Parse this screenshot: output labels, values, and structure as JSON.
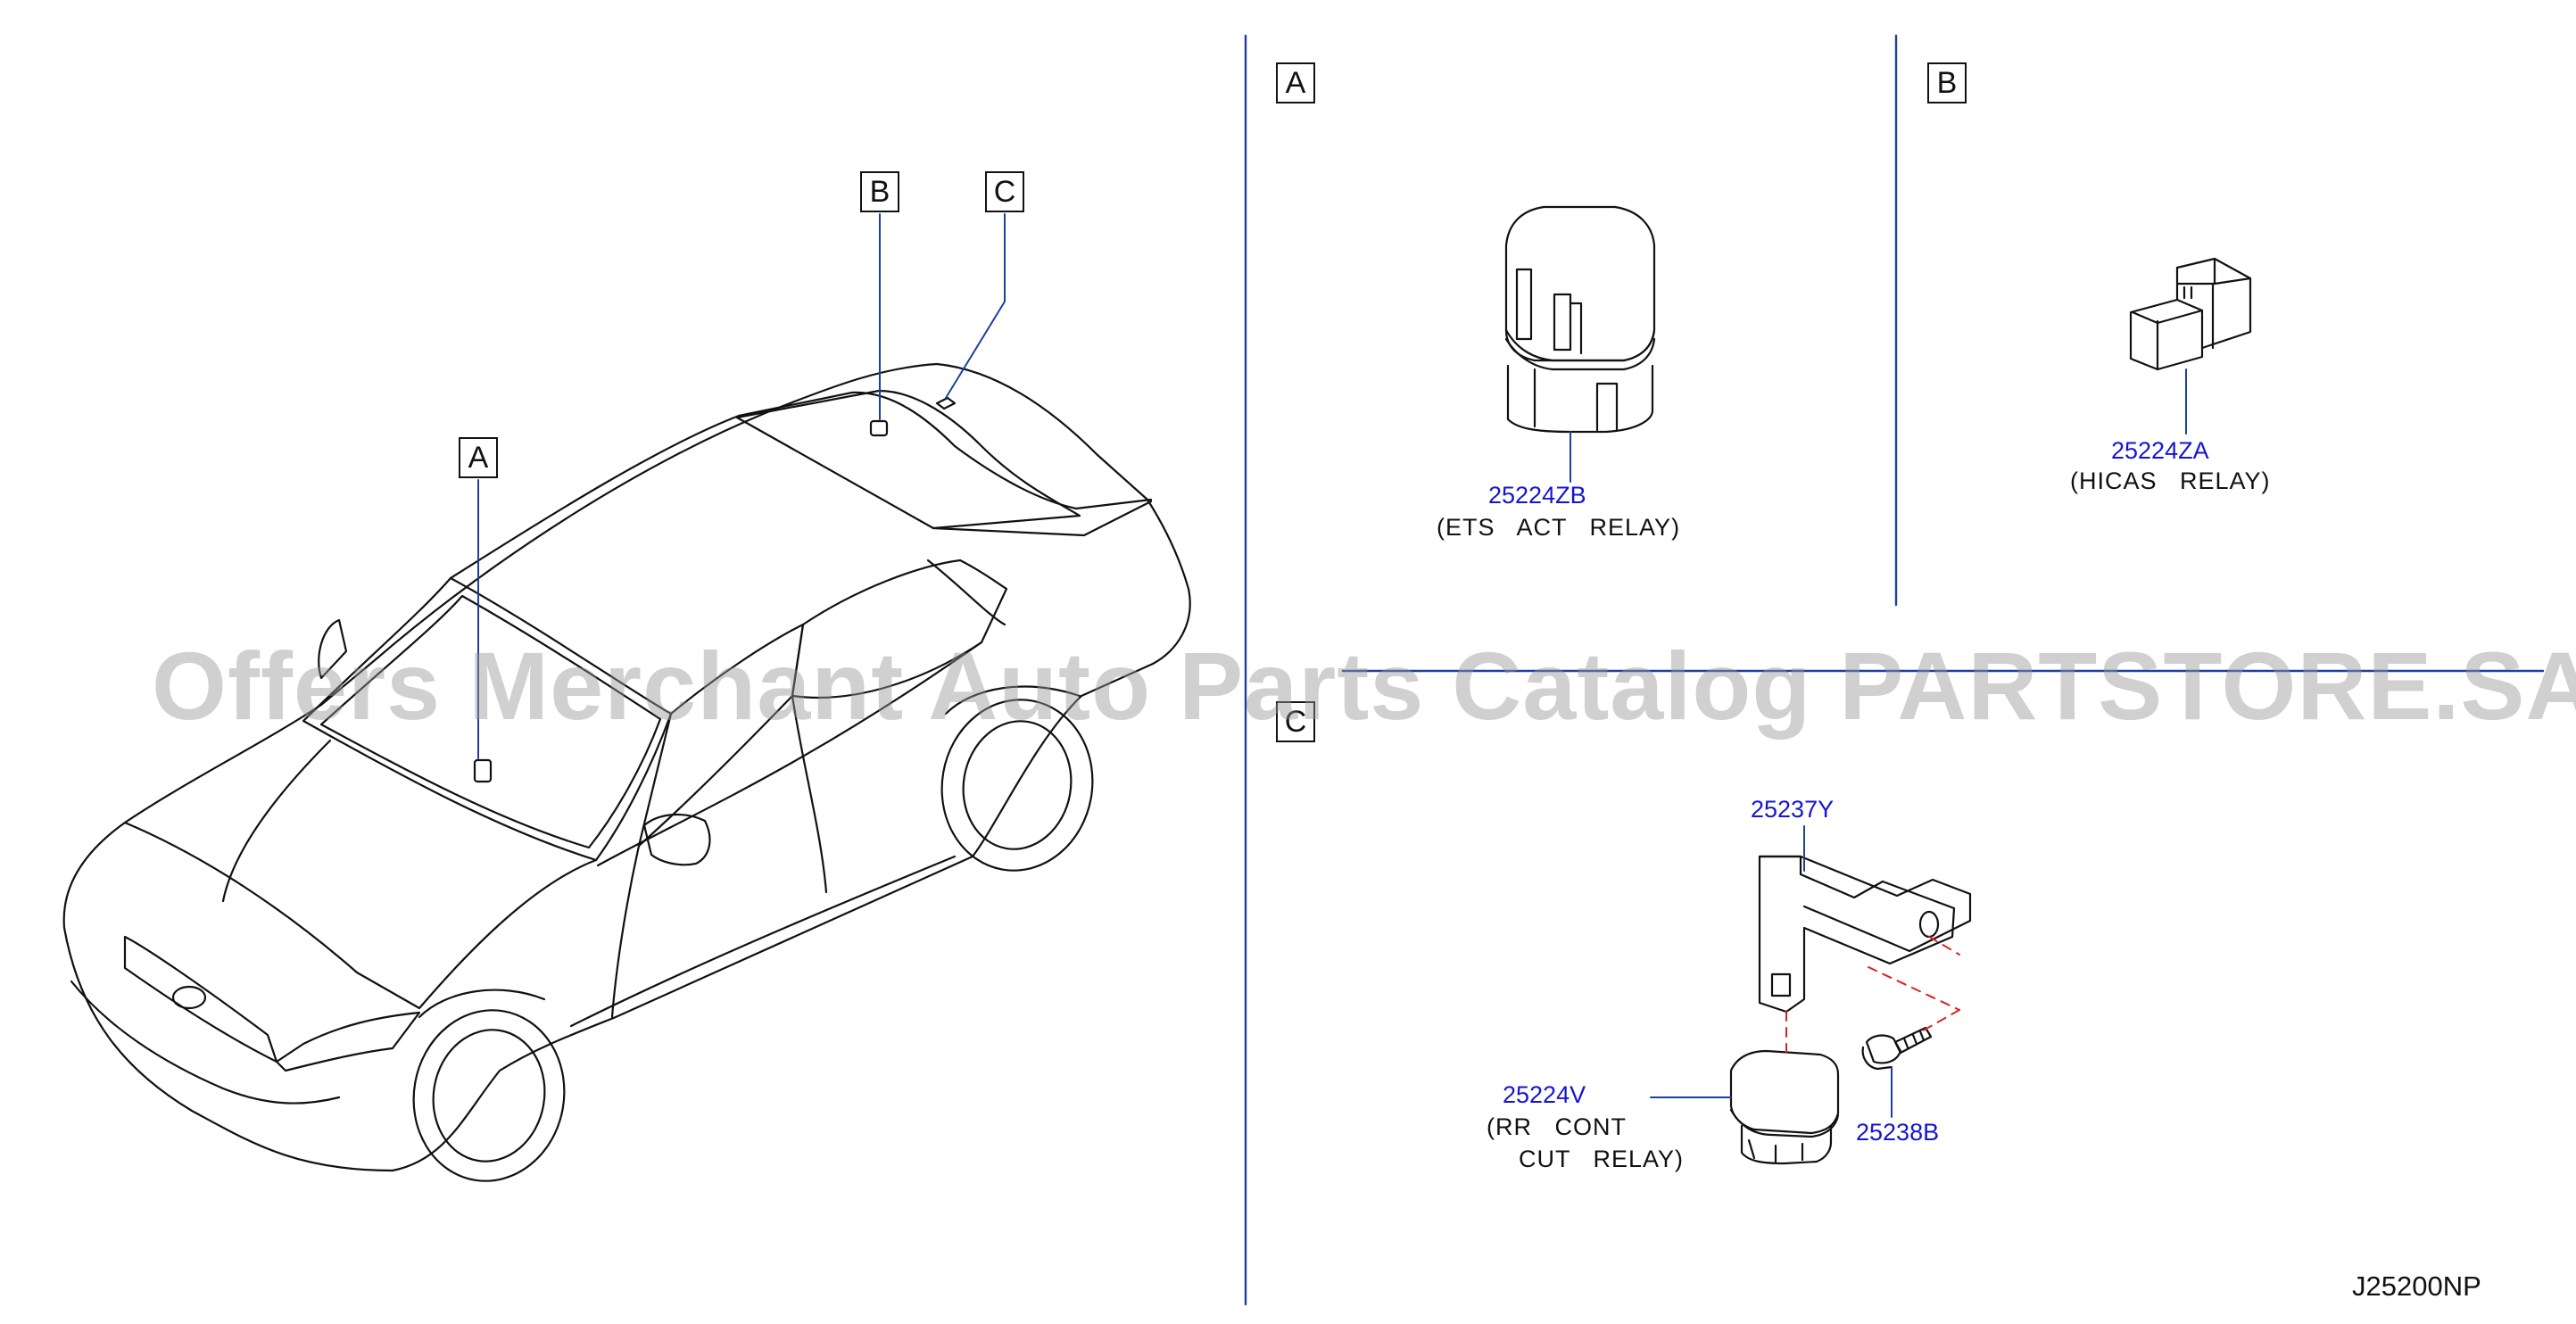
{
  "callouts": {
    "car_a": "A",
    "car_b": "B",
    "car_c": "C",
    "panel_a": "A",
    "panel_b": "B",
    "panel_c": "C"
  },
  "parts": {
    "ets_relay": {
      "number": "25224ZB",
      "description": "(ETS   ACT   RELAY)"
    },
    "hicas_relay": {
      "number": "25224ZA",
      "description": "(HICAS   RELAY)"
    },
    "bracket": {
      "number": "25237Y"
    },
    "rr_relay": {
      "number": "25224V",
      "description_1": "(RR   CONT",
      "description_2": "CUT   RELAY)"
    },
    "bolt": {
      "number": "25238B"
    }
  },
  "diagram_code": "J25200NP",
  "watermark": "Offers Merchant Auto Parts Catalog PARTSTORE.SA",
  "colors": {
    "part_number": "#1515d0",
    "divider": "#1e3f9e",
    "dashed_line": "#e02020",
    "line": "#111111"
  }
}
